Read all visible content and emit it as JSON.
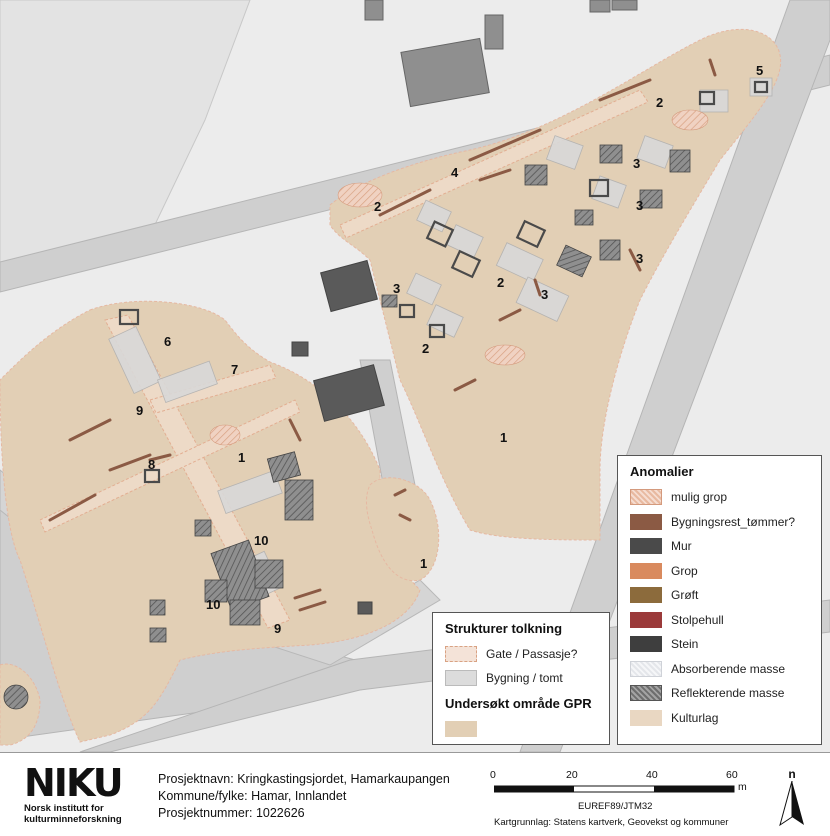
{
  "map": {
    "area_numbers": [
      "1",
      "1",
      "1",
      "2",
      "2",
      "2",
      "2",
      "3",
      "3",
      "3",
      "3",
      "3",
      "4",
      "5",
      "6",
      "7",
      "8",
      "9",
      "9",
      "10",
      "10"
    ]
  },
  "legend_anomalier": {
    "title": "Anomalier",
    "items": [
      {
        "label": "mulig grop",
        "color": "#e8b9a0",
        "pattern": "hatch"
      },
      {
        "label": "Bygningsrest_tømmer?",
        "color": "#8b5a44"
      },
      {
        "label": "Mur",
        "color": "#4a4a4a"
      },
      {
        "label": "Grop",
        "color": "#d98a5e"
      },
      {
        "label": "Grøft",
        "color": "#8c6b3c"
      },
      {
        "label": "Stolpehull",
        "color": "#9b3a3a"
      },
      {
        "label": "Stein",
        "color": "#3e3e3e"
      },
      {
        "label": "Absorberende masse",
        "color": "#e4e6ea",
        "pattern": "light-hatch"
      },
      {
        "label": "Reflekterende masse",
        "color": "#8a8a8a",
        "pattern": "dark-hatch"
      },
      {
        "label": "Kulturlag",
        "color": "#e9d7c2"
      }
    ]
  },
  "legend_struktur": {
    "title": "Strukturer tolkning",
    "items": [
      {
        "label": "Gate / Passasje?",
        "color": "#f4e3d8",
        "pattern": "dashed"
      },
      {
        "label": "Bygning / tomt",
        "color": "#dcdcdc"
      }
    ],
    "gpr_title": "Undersøkt område GPR",
    "gpr_color": "#e2cfb5"
  },
  "footer": {
    "logo_text": "NIKU",
    "institute_line1": "Norsk institutt for",
    "institute_line2": "kulturminneforskning",
    "project_name": "Prosjektnavn: Kringkastingsjordet, Hamarkaupangen",
    "county": "Kommune/fylke: Hamar, Innlandet",
    "project_number": "Prosjektnummer: 1022626",
    "scale_labels": [
      "0",
      "20",
      "40",
      "60"
    ],
    "scale_unit": "m",
    "crs": "EUREF89/JTM32",
    "basemap_credit": "Kartgrunnlag: Statens kartverk, Geovekst og kommuner",
    "north_label": "n"
  },
  "colors": {
    "background": "#ececec",
    "road": "#cfcfcf",
    "survey_area": "#e2cfb5",
    "building": "#5a5a5a"
  }
}
